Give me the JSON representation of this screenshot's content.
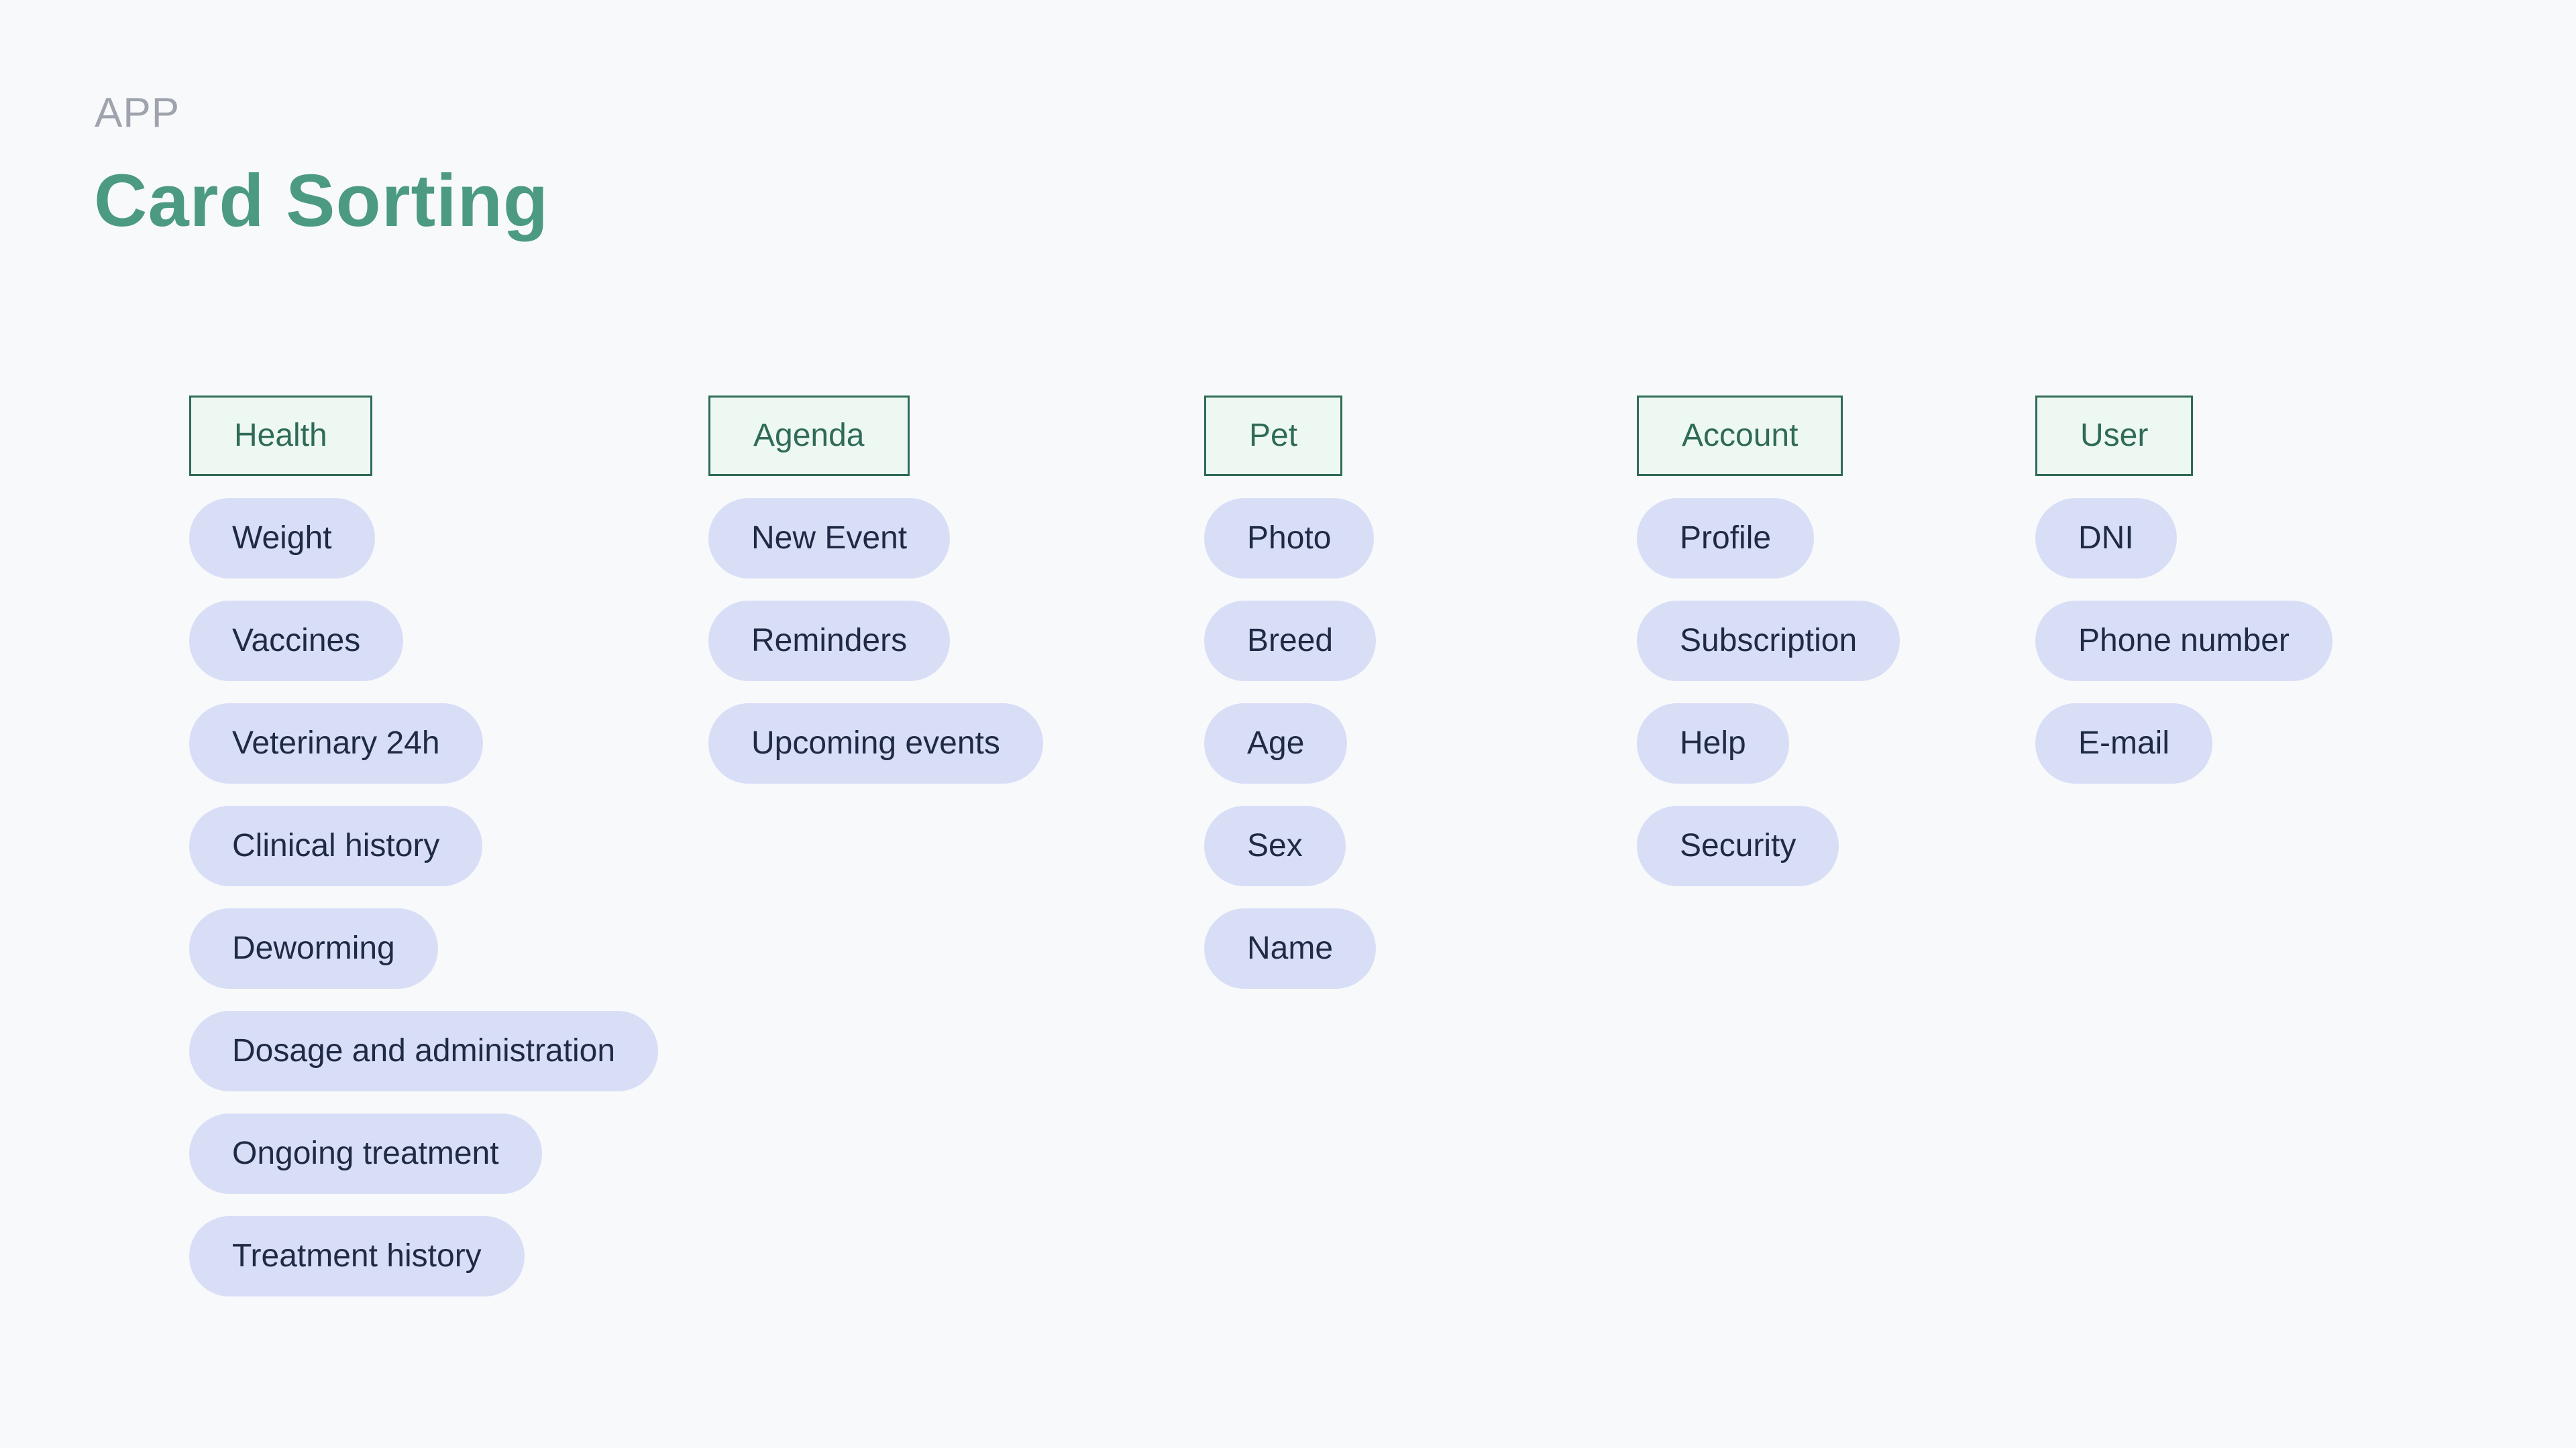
{
  "header": {
    "eyebrow": "APP",
    "title": "Card Sorting"
  },
  "colors": {
    "background": "#f8f9fb",
    "eyebrow": "#9ea3ad",
    "title": "#4c9a82",
    "category_fill": "#eef8f3",
    "category_border": "#2f6b57",
    "card_fill": "#d9def7",
    "card_text": "#1f2a44"
  },
  "columns": [
    {
      "title": "Health",
      "items": [
        "Weight",
        "Vaccines",
        "Veterinary 24h",
        "Clinical history",
        "Deworming",
        "Dosage and administration",
        "Ongoing treatment",
        "Treatment history"
      ]
    },
    {
      "title": "Agenda",
      "items": [
        "New Event",
        "Reminders",
        "Upcoming events"
      ]
    },
    {
      "title": "Pet",
      "items": [
        "Photo",
        "Breed",
        "Age",
        "Sex",
        "Name"
      ]
    },
    {
      "title": "Account",
      "items": [
        "Profile",
        "Subscription",
        "Help",
        "Security"
      ]
    },
    {
      "title": "User",
      "items": [
        "DNI",
        "Phone number",
        "E-mail"
      ]
    }
  ]
}
